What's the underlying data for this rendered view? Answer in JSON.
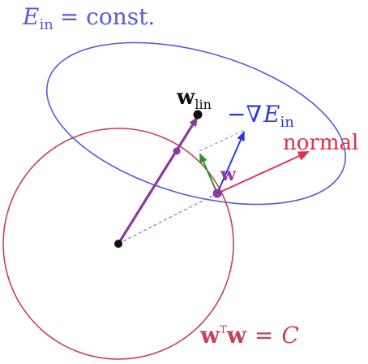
{
  "labels": {
    "ellipse_label_E": "E",
    "ellipse_label_sub": "in",
    "ellipse_label_rest": "= const.",
    "wlin_main": "w",
    "wlin_sub": "lin",
    "neg_grad": "−∇",
    "neg_grad_E": "E",
    "neg_grad_sub": "in",
    "w_point": "w",
    "normal": "normal",
    "circle_w": "w",
    "circle_T": "T",
    "circle_w2": "w",
    "circle_eq": "=",
    "circle_C": "C"
  },
  "colors": {
    "ellipse": "#5a5ad6",
    "circle": "#c8405a",
    "purple": "#8b3aa3",
    "blue_arrow": "#2a3ae0",
    "green_arrow": "#1e9a2e",
    "red_arrow": "#e0304a",
    "black": "#111111",
    "dashed_gray": "#9aa0a0"
  }
}
